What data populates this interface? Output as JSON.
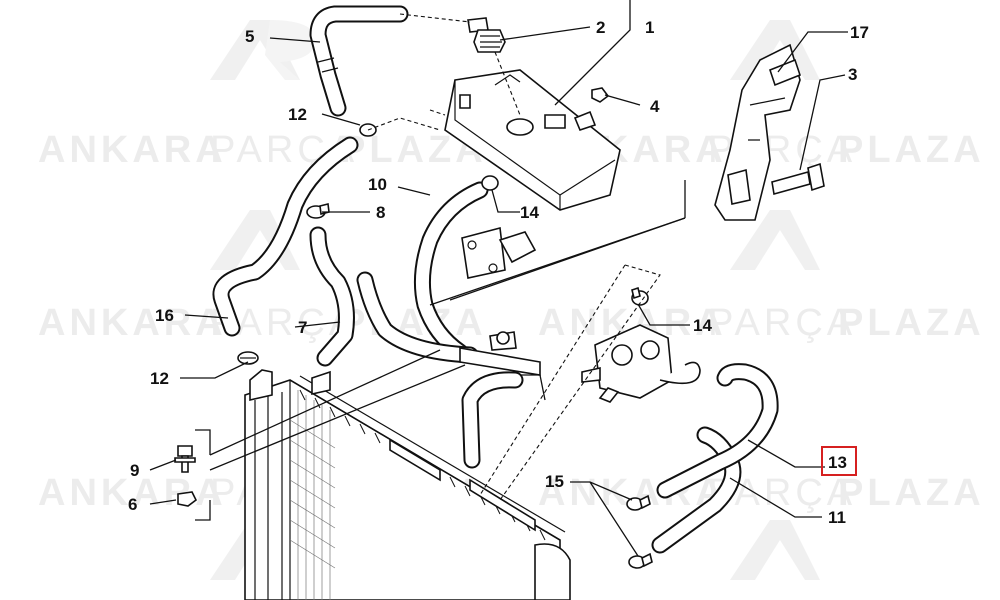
{
  "watermark": {
    "word1": "ANKARA",
    "word2": "PARÇA",
    "word3": "PLAZA"
  },
  "callouts": [
    {
      "id": "c1",
      "label": "1"
    },
    {
      "id": "c2",
      "label": "2"
    },
    {
      "id": "c3",
      "label": "3"
    },
    {
      "id": "c4",
      "label": "4"
    },
    {
      "id": "c5",
      "label": "5"
    },
    {
      "id": "c6",
      "label": "6"
    },
    {
      "id": "c7",
      "label": "7"
    },
    {
      "id": "c8",
      "label": "8"
    },
    {
      "id": "c9",
      "label": "9"
    },
    {
      "id": "c10",
      "label": "10"
    },
    {
      "id": "c11",
      "label": "11"
    },
    {
      "id": "c12a",
      "label": "12"
    },
    {
      "id": "c12b",
      "label": "12"
    },
    {
      "id": "c13",
      "label": "13",
      "highlighted": true
    },
    {
      "id": "c14a",
      "label": "14"
    },
    {
      "id": "c14b",
      "label": "14"
    },
    {
      "id": "c15",
      "label": "15"
    },
    {
      "id": "c16",
      "label": "16"
    },
    {
      "id": "c17",
      "label": "17"
    }
  ],
  "colors": {
    "highlight_box": "#d62020",
    "watermark": "#ececec",
    "line": "#111111"
  }
}
